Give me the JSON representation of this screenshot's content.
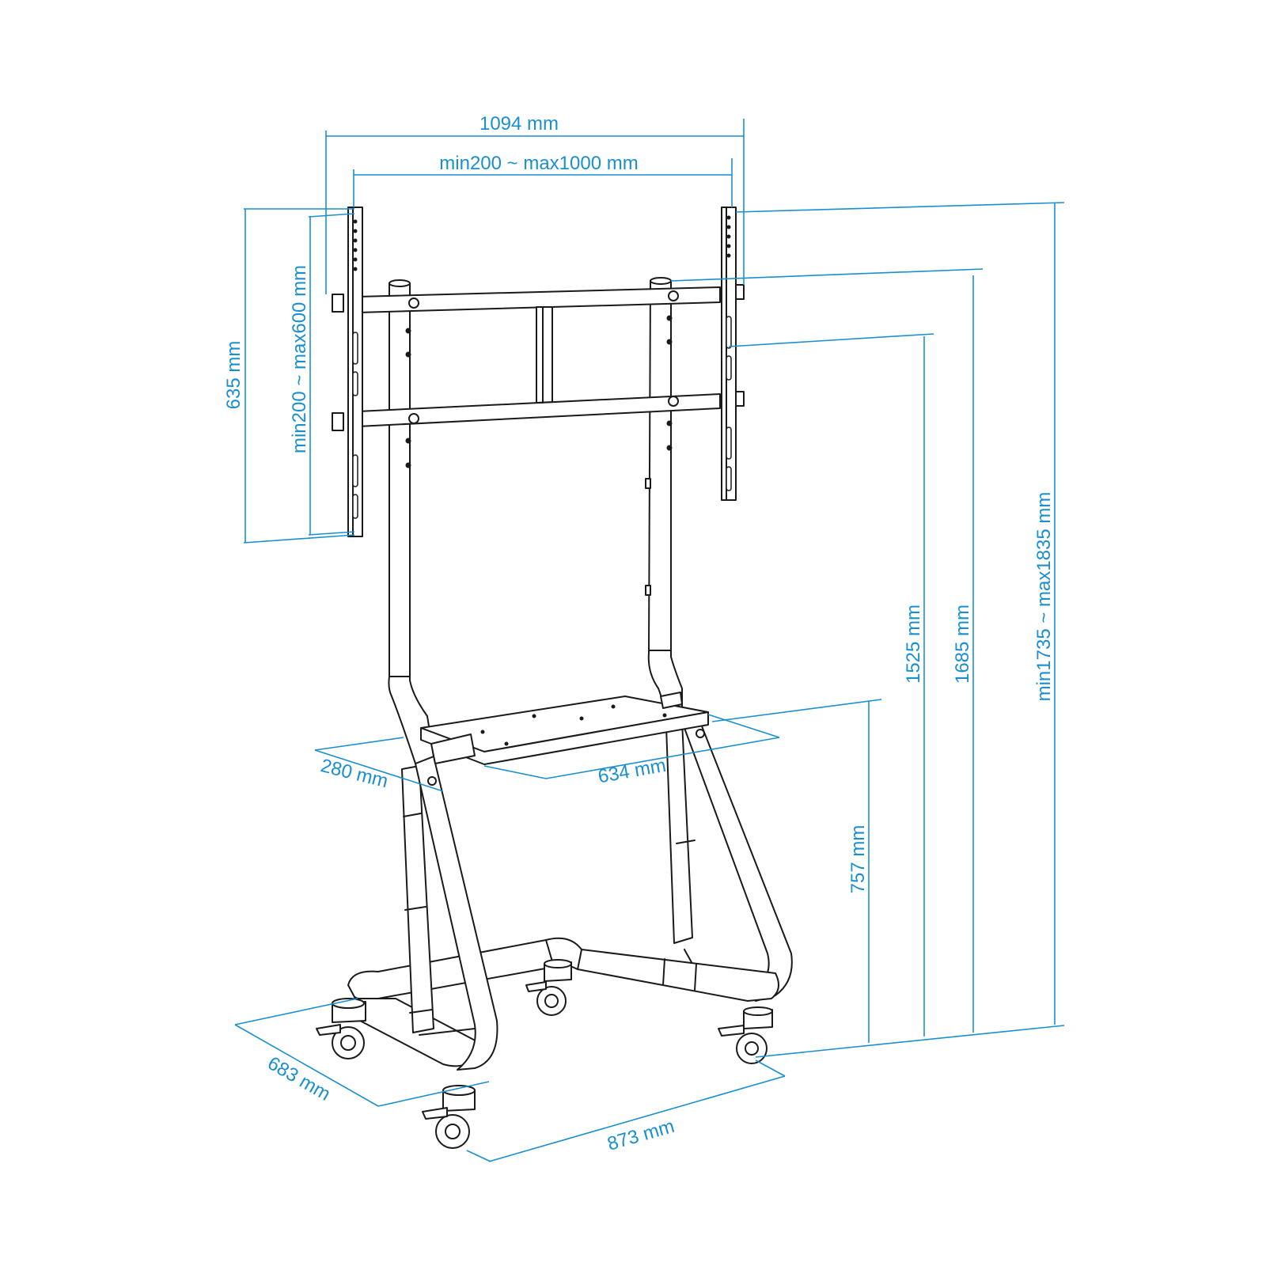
{
  "dimensions": {
    "overall_width": "1094 mm",
    "vesa_width": "min200 ~ max1000 mm",
    "bracket_height": "635 mm",
    "vesa_height": "min200 ~ max600 mm",
    "mount_center_height": "1525 mm",
    "crossbar_height": "1685 mm",
    "total_height": "min1735 ~ max1835 mm",
    "shelf_height": "757 mm",
    "shelf_depth": "280 mm",
    "shelf_width": "634 mm",
    "base_depth": "683 mm",
    "base_width": "873 mm"
  },
  "colors": {
    "dimension": "#1a8fd0",
    "outline": "#1a1a1a"
  }
}
